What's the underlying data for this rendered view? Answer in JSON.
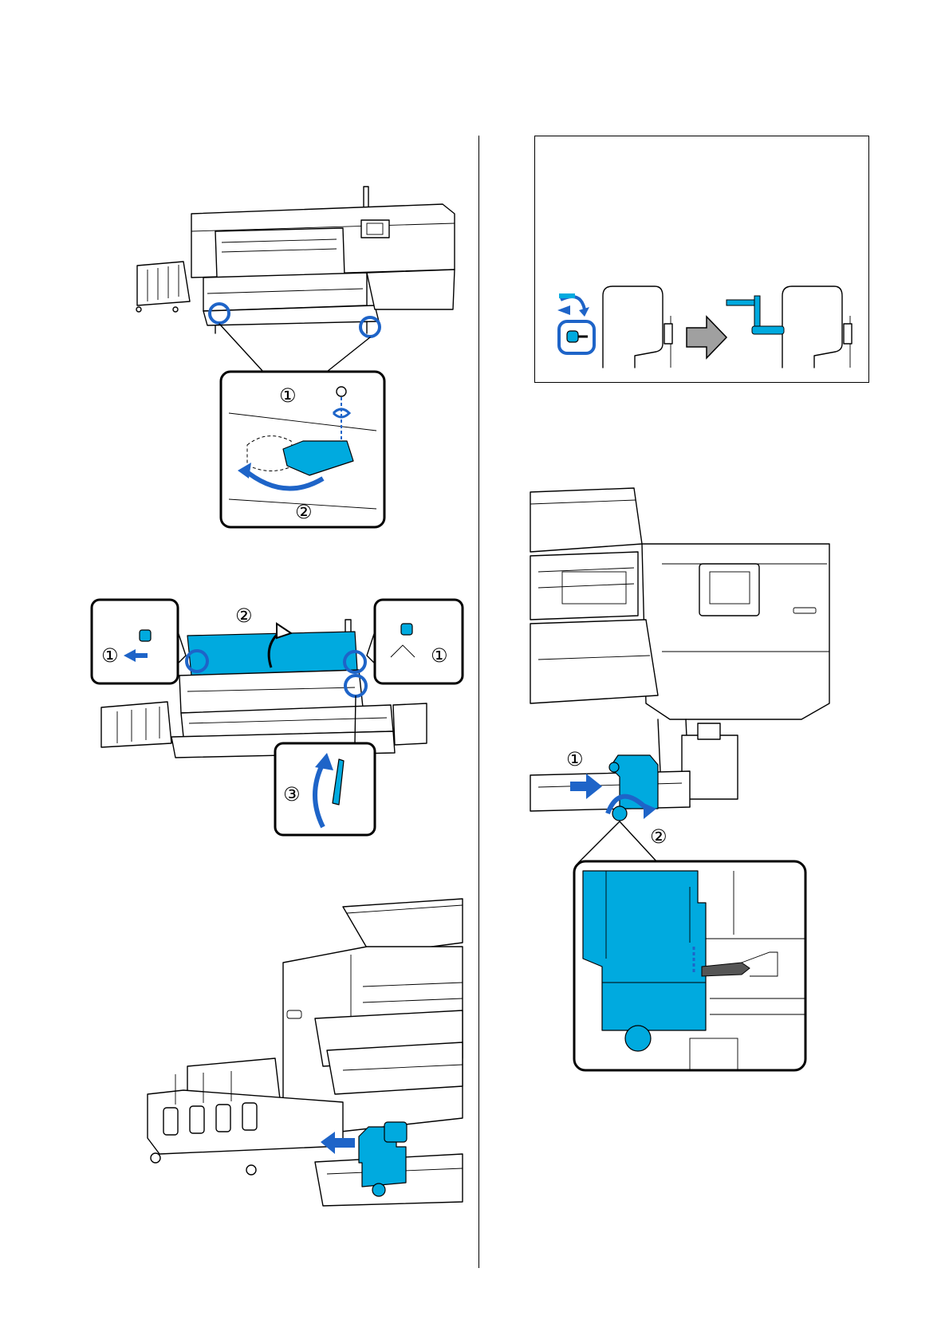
{
  "page": {
    "background": "#ffffff"
  },
  "colors": {
    "accent_cyan": "#00aadf",
    "highlight_blue": "#1e64c8",
    "arrow_gray": "#a0a0a0",
    "line": "#000000"
  },
  "figure1": {
    "callout_labels": [
      "①",
      "②"
    ],
    "icons": [
      "printer-illustration",
      "screw-icon",
      "rotate-arrow-icon",
      "plate-icon",
      "curved-arrow-icon"
    ]
  },
  "figure2": {
    "callout_labels": [
      "①",
      "②",
      "①",
      "③"
    ],
    "icons": [
      "printer-illustration",
      "latch-icon",
      "arrow-left-icon",
      "cover-lift-arrow-icon",
      "lever-icon"
    ]
  },
  "figure3": {
    "icons": [
      "printer-side-illustration",
      "media-holder-icon",
      "push-arrow-icon"
    ]
  },
  "figure4": {
    "icons": [
      "knob-icon",
      "rotate-arrow-icon",
      "right-arrow-icon",
      "handle-icon"
    ]
  },
  "figure5": {
    "callout_labels": [
      "①",
      "②"
    ],
    "icons": [
      "printer-front-illustration",
      "media-holder-icon",
      "push-arrow-icon",
      "knob-icon",
      "rotate-arrow-icon"
    ]
  }
}
